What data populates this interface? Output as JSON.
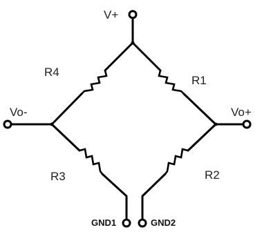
{
  "labels": {
    "v_plus": "V+",
    "vo_minus": "Vo-",
    "vo_plus": "Vo+",
    "r1": "R1",
    "r2": "R2",
    "r3": "R3",
    "r4": "R4",
    "gnd1": "GND1",
    "gnd2": "GND2"
  }
}
